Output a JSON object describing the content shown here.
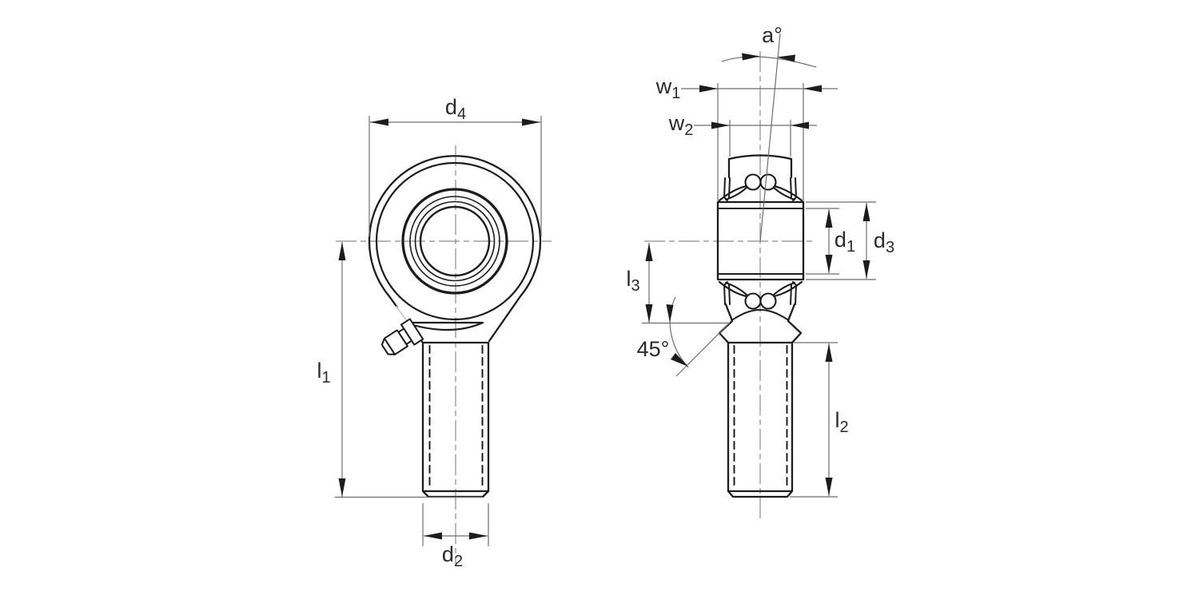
{
  "drawing": {
    "background": "#ffffff",
    "object_line_color": "#1c1c1c",
    "dimension_line_color": "#6e6e6e",
    "centerline_color": "#8c8c8c",
    "hidden_line_color": "#cccccc",
    "labels": {
      "d4": {
        "base": "d",
        "sub": "4"
      },
      "l1": {
        "base": "l",
        "sub": "1"
      },
      "d2": {
        "base": "d",
        "sub": "2"
      },
      "a_angle": {
        "base": "a°",
        "sub": ""
      },
      "w1": {
        "base": "w",
        "sub": "1"
      },
      "w2": {
        "base": "w",
        "sub": "2"
      },
      "d1": {
        "base": "d",
        "sub": "1"
      },
      "d3": {
        "base": "d",
        "sub": "3"
      },
      "l3": {
        "base": "l",
        "sub": "3"
      },
      "chamfer_angle": {
        "base": "45°",
        "sub": ""
      },
      "l2": {
        "base": "l",
        "sub": "2"
      }
    }
  }
}
